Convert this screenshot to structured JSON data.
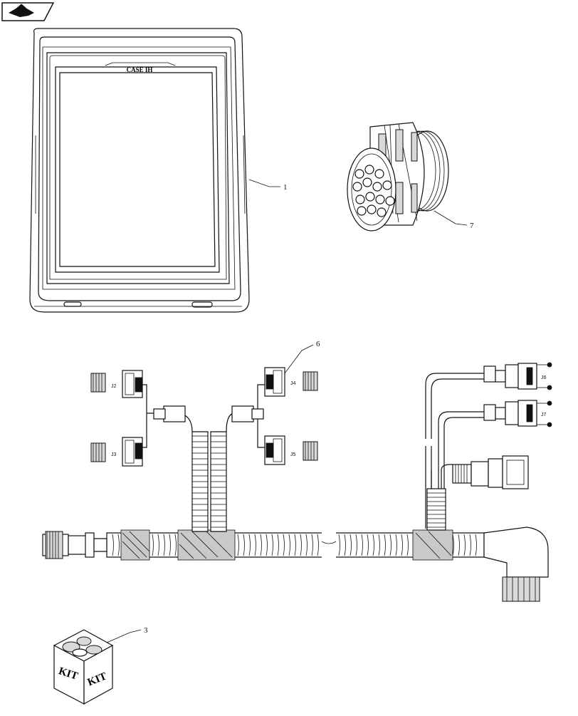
{
  "display": {
    "brand": "CASE IH"
  },
  "callouts": [
    {
      "id": "1",
      "label": "1"
    },
    {
      "id": "7",
      "label": "7"
    },
    {
      "id": "6",
      "label": "6"
    },
    {
      "id": "3",
      "label": "3"
    }
  ],
  "connectors": {
    "j2": "J2",
    "j3": "J3",
    "j4": "J4",
    "j5": "J5",
    "j6": "J6",
    "j7": "J7"
  },
  "kit": {
    "face_left": "KIT",
    "face_right": "KIT"
  },
  "icons": [
    "nav-arrow-icon"
  ]
}
